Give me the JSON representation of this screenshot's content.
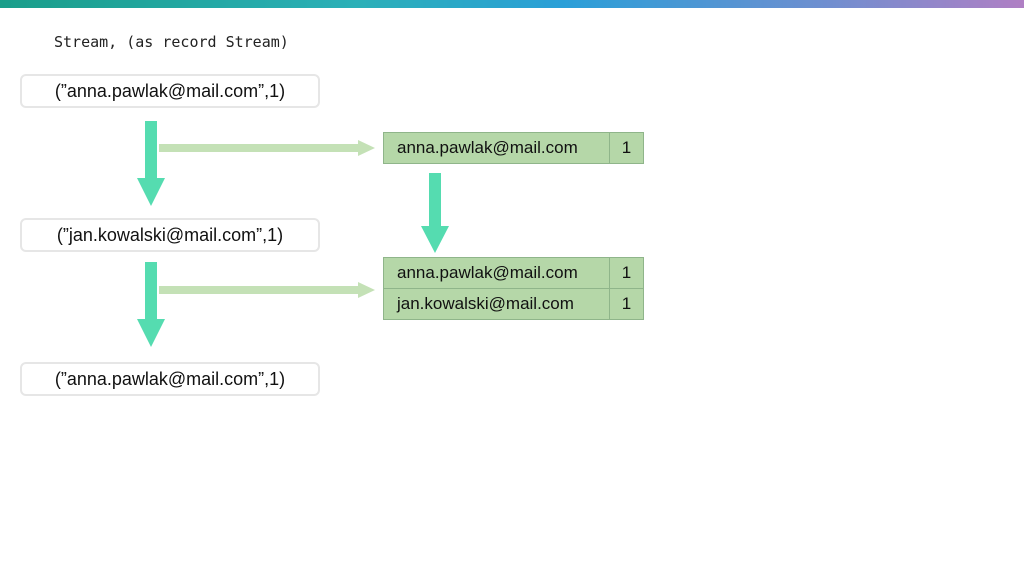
{
  "caption": "Stream, (as record Stream)",
  "stream_records": [
    "(”anna.pawlak@mail.com”,1)",
    "(”jan.kowalski@mail.com”,1)",
    "(”anna.pawlak@mail.com”,1)"
  ],
  "tables": [
    {
      "rows": [
        {
          "key": "anna.pawlak@mail.com",
          "value": "1"
        }
      ]
    },
    {
      "rows": [
        {
          "key": "anna.pawlak@mail.com",
          "value": "1"
        },
        {
          "key": "jan.kowalski@mail.com",
          "value": "1"
        }
      ]
    }
  ],
  "colors": {
    "down_arrow": "#55dcb0",
    "side_arrow": "#c4e1b6",
    "table_fill": "#b5d7a8",
    "table_border": "#8fb58a"
  }
}
